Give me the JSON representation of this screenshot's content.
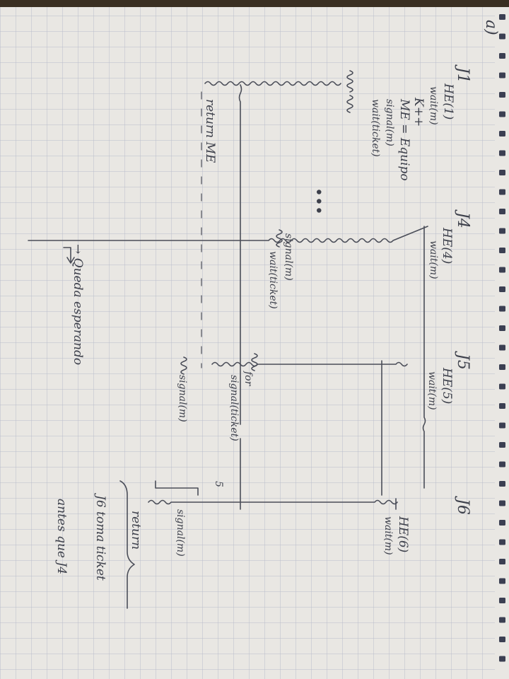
{
  "page": {
    "item_label": "a)",
    "threads": [
      {
        "id": "J1",
        "lines": [
          "HE(1)",
          "wait(m)",
          "K++",
          "ME = Equipo",
          "signal(m)",
          "wait(ticket)"
        ],
        "end": "return ME"
      },
      {
        "id": "J4",
        "lines": [
          "HE(4)",
          "wait(m)",
          "signal(m)",
          "wait(ticket)"
        ]
      },
      {
        "id": "J5",
        "lines": [
          "HE(5)",
          "wait(m)",
          "for",
          "signal(ticket)",
          "signal(m)"
        ],
        "brace_mark": "5"
      },
      {
        "id": "J6",
        "lines": [
          "HE(6)",
          "wait(m)",
          "signal(m)",
          "return"
        ]
      }
    ],
    "ellipsis": "•••",
    "footer_note": "→ Queda esperando",
    "conclusion_line1": "J6 toma ticket",
    "conclusion_line2": "antes que J4"
  },
  "colors": {
    "paper": "#e9e7e3",
    "grid": "#b9bccb",
    "ink": "#4a4d58",
    "holes": "#3b3f52"
  }
}
